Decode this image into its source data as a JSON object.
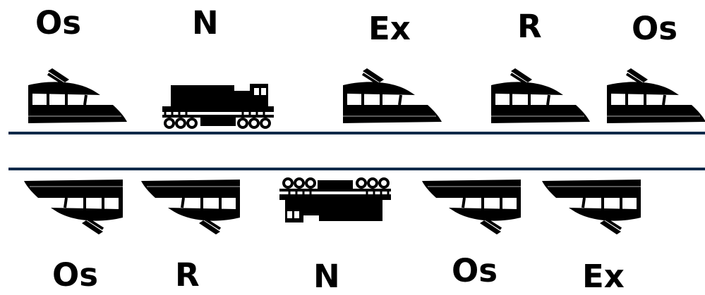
{
  "colors": {
    "track": "#0f2a4a",
    "vehicle": "#000000",
    "background": "#ffffff"
  },
  "top_row": {
    "labels": [
      "Os",
      "N",
      "Ex",
      "R",
      "Os"
    ],
    "vehicles": [
      "high-speed-train-icon",
      "locomotive-icon",
      "high-speed-train-icon",
      "high-speed-train-icon",
      "high-speed-train-icon"
    ]
  },
  "bottom_row": {
    "labels": [
      "Os",
      "R",
      "N",
      "Os",
      "Ex"
    ],
    "vehicles": [
      "high-speed-train-icon",
      "high-speed-train-icon",
      "locomotive-icon",
      "high-speed-train-icon",
      "high-speed-train-icon"
    ]
  }
}
